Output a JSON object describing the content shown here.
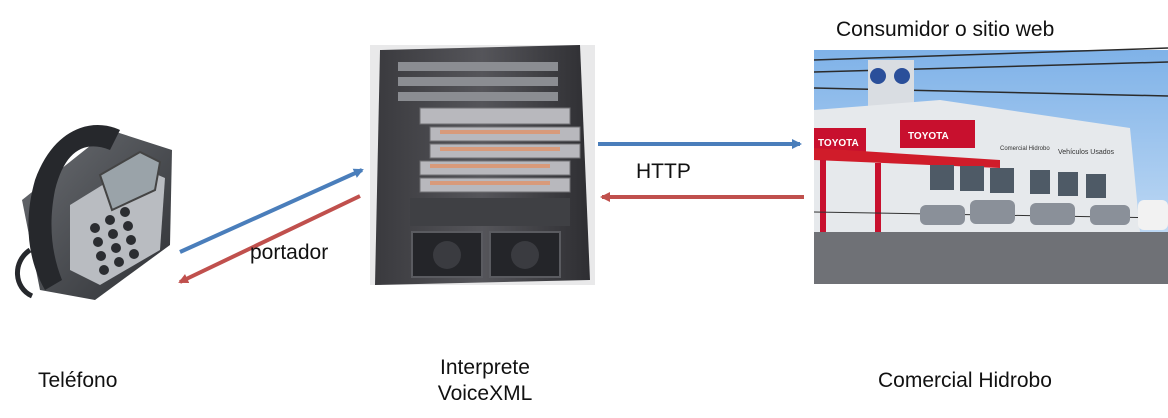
{
  "nodes": {
    "phone": {
      "label": "Teléfono",
      "icon": "desk-phone-icon"
    },
    "server": {
      "label_line1": "Interprete",
      "label_line2": "VoiceXML",
      "icon": "network-switch-chassis-icon"
    },
    "website": {
      "header": "Consumidor o sitio web",
      "label": "Comercial Hidrobo",
      "icon": "dealership-building-photo",
      "sign_texts": [
        "TOYOTA",
        "TOYOTA",
        "Comercial Hidrobo",
        "Vehículos Usados"
      ]
    }
  },
  "edges": {
    "phone_server_label": "portador",
    "server_web_label": "HTTP"
  },
  "colors": {
    "request": "#4a7ebb",
    "response": "#c0504d"
  }
}
